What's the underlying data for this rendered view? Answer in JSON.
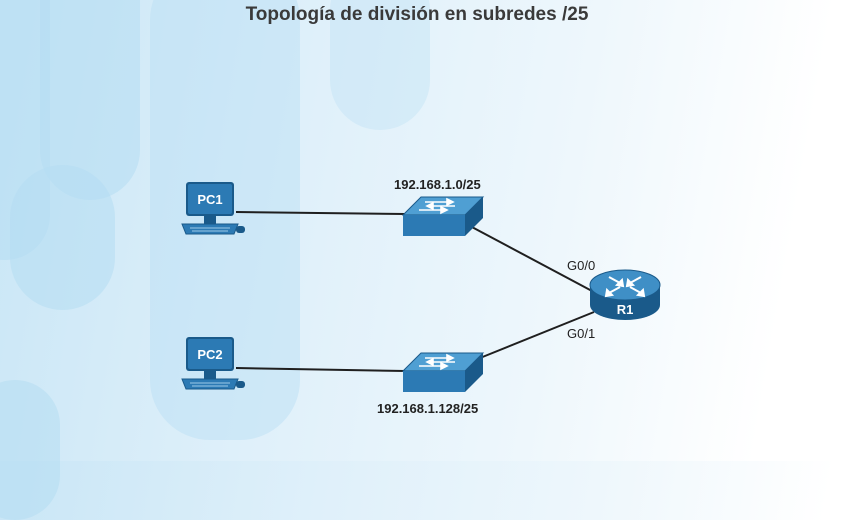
{
  "title": "Topología de división en subredes /25",
  "devices": {
    "pc1": {
      "label": "PC1"
    },
    "pc2": {
      "label": "PC2"
    },
    "router": {
      "label": "R1"
    }
  },
  "networks": {
    "top": "192.168.1.0/25",
    "bottom": "192.168.1.128/25"
  },
  "ports": {
    "g00": "G0/0",
    "g01": "G0/1"
  },
  "colors": {
    "device_face": "#2c7ab4",
    "device_side": "#1a5a8a",
    "device_top": "#4f9fd3",
    "link": "#1f1f1f"
  }
}
